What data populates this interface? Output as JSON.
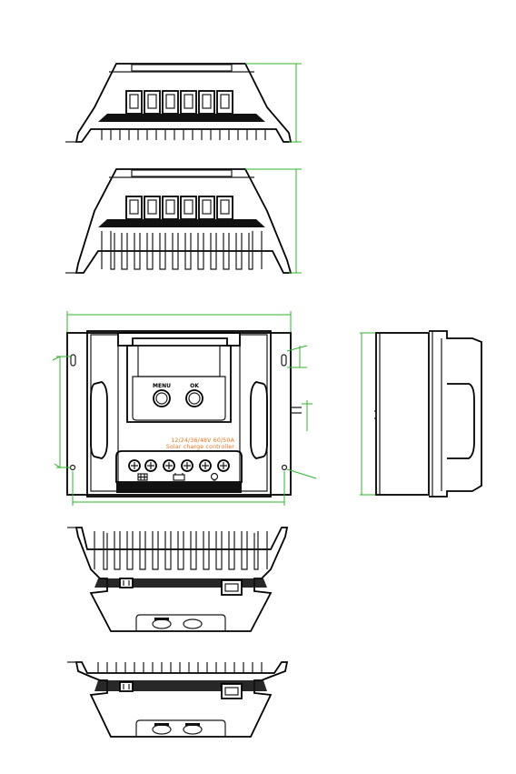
{
  "front_panel": {
    "button_left_label": "MENU",
    "button_right_label": "OK",
    "model_line": "12/24/36/48V  60/50A",
    "product_line": "Solar charge controller"
  },
  "colors": {
    "line": "#1a1a1a",
    "dimension": "#2db52d",
    "accent_text": "#e8731c"
  },
  "icons": [
    "solar-panel-icon",
    "battery-icon",
    "lamp-icon",
    "rj45-port-icon",
    "terminal-screw-icon"
  ]
}
